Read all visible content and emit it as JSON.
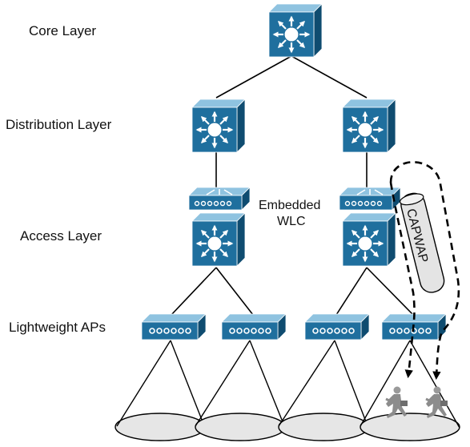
{
  "layers": {
    "core": "Core Layer",
    "distribution": "Distribution Layer",
    "access": "Access Layer",
    "aps": "Lightweight APs"
  },
  "embedded_wlc": {
    "line1": "Embedded",
    "line2": "WLC"
  },
  "tunnel_label": "CAPWAP",
  "colors": {
    "device_front": "#1f6f9e",
    "device_top": "#8fc3e0",
    "device_side": "#0f4c70",
    "coverage_fill": "#e6e6e6",
    "line": "#000000"
  },
  "icons": {
    "multilayer_switch": "multilayer-switch-icon",
    "access_point": "access-point-icon",
    "wlc_module": "wlc-module-icon",
    "user": "running-user-icon"
  }
}
